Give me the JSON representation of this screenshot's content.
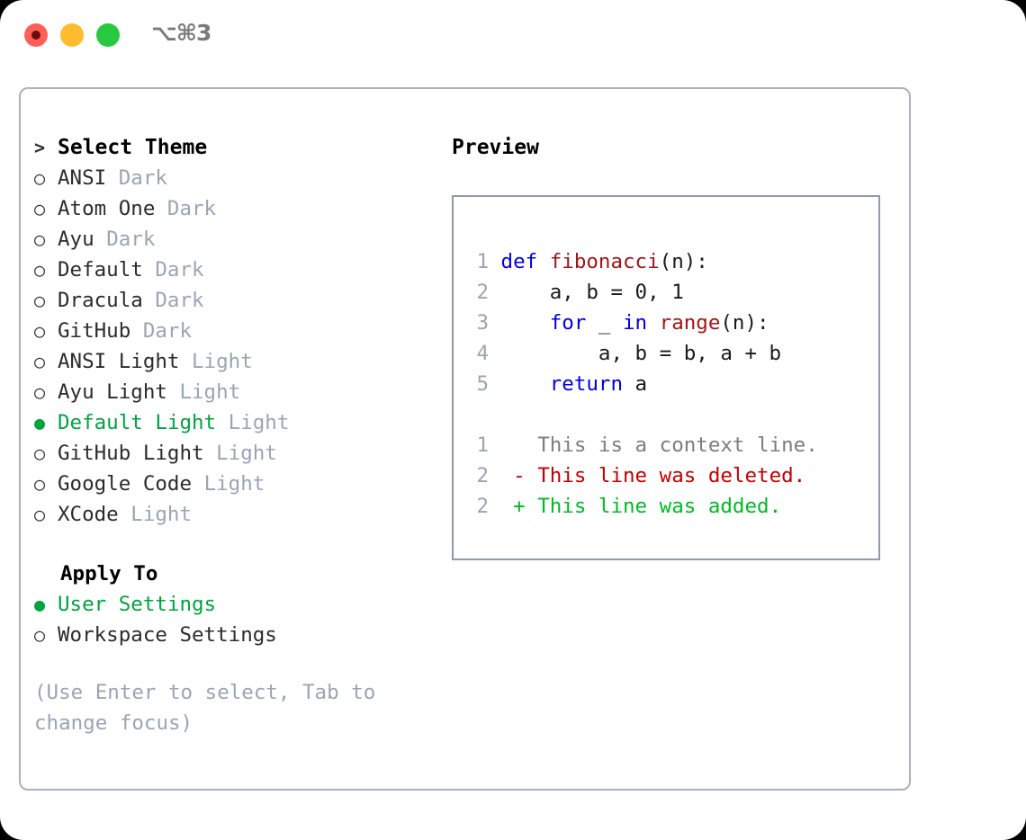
{
  "titlebar": {
    "shortcut": "⌥⌘3",
    "controls": [
      {
        "name": "close",
        "color": "#ff5f57"
      },
      {
        "name": "minimize",
        "color": "#febc2e"
      },
      {
        "name": "maximize",
        "color": "#28c840"
      }
    ]
  },
  "theme_picker": {
    "header_prefix": ">",
    "header": "Select Theme",
    "bullet_selected": "●",
    "bullet_unselected": "○",
    "items": [
      {
        "label": "ANSI",
        "tag": "Dark",
        "selected": false
      },
      {
        "label": "Atom One",
        "tag": "Dark",
        "selected": false
      },
      {
        "label": "Ayu",
        "tag": "Dark",
        "selected": false
      },
      {
        "label": "Default",
        "tag": "Dark",
        "selected": false
      },
      {
        "label": "Dracula",
        "tag": "Dark",
        "selected": false
      },
      {
        "label": "GitHub",
        "tag": "Dark",
        "selected": false
      },
      {
        "label": "ANSI Light",
        "tag": "Light",
        "selected": false
      },
      {
        "label": "Ayu Light",
        "tag": "Light",
        "selected": false
      },
      {
        "label": "Default Light",
        "tag": "Light",
        "selected": true
      },
      {
        "label": "GitHub Light",
        "tag": "Light",
        "selected": false
      },
      {
        "label": "Google Code",
        "tag": "Light",
        "selected": false
      },
      {
        "label": "XCode",
        "tag": "Light",
        "selected": false
      }
    ]
  },
  "apply_to": {
    "header": "Apply To",
    "items": [
      {
        "label": "User Settings",
        "selected": true
      },
      {
        "label": "Workspace Settings",
        "selected": false
      }
    ]
  },
  "hint": "(Use Enter to select, Tab to change focus)",
  "preview": {
    "title": "Preview",
    "code_lines": [
      {
        "num": "1",
        "tokens": [
          {
            "t": "def ",
            "c": "kw"
          },
          {
            "t": "fibonacci",
            "c": "fn"
          },
          {
            "t": "(n):",
            "c": "pl"
          }
        ]
      },
      {
        "num": "2",
        "tokens": [
          {
            "t": "    a, b = 0, 1",
            "c": "pl"
          }
        ]
      },
      {
        "num": "3",
        "tokens": [
          {
            "t": "    ",
            "c": "pl"
          },
          {
            "t": "for",
            "c": "kw"
          },
          {
            "t": " _ ",
            "c": "pl"
          },
          {
            "t": "in ",
            "c": "kw"
          },
          {
            "t": "range",
            "c": "fn"
          },
          {
            "t": "(n):",
            "c": "pl"
          }
        ]
      },
      {
        "num": "4",
        "tokens": [
          {
            "t": "        a, b = b, a + b",
            "c": "pl"
          }
        ]
      },
      {
        "num": "5",
        "tokens": [
          {
            "t": "    ",
            "c": "pl"
          },
          {
            "t": "return",
            "c": "kw"
          },
          {
            "t": " a",
            "c": "pl"
          }
        ]
      }
    ],
    "diff_lines": [
      {
        "num": "1",
        "marker": "  ",
        "text": "This is a context line.",
        "kind": "ctx"
      },
      {
        "num": "2",
        "marker": "- ",
        "text": "This line was deleted.",
        "kind": "del"
      },
      {
        "num": "2",
        "marker": "+ ",
        "text": "This line was added.",
        "kind": "add"
      }
    ]
  },
  "colors": {
    "accent_green": "#00a33f",
    "muted": "#9aa5b4",
    "border": "#a8b2c1",
    "preview_border": "#8e9bae",
    "keyword": "#0000e0",
    "function": "#a31515",
    "diff_add": "#00bb22",
    "diff_del": "#c40000"
  }
}
